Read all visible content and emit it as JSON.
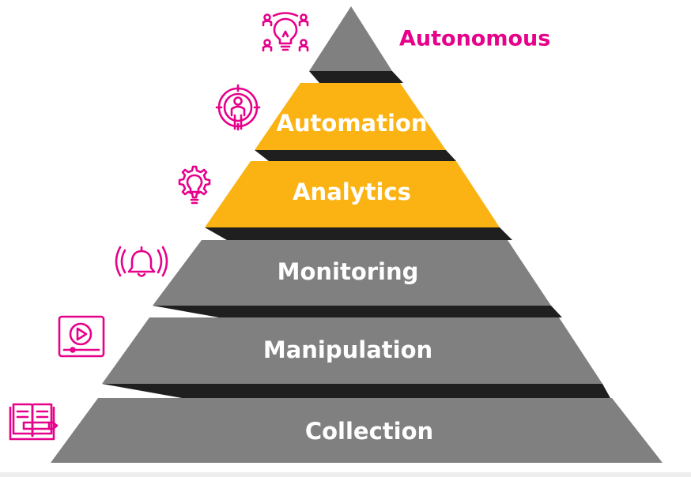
{
  "colors": {
    "gray_band": "#808080",
    "gold_band": "#fbb314",
    "shadow": "#1f1f1f",
    "accent": "#e6008a",
    "label_text": "#ffffff"
  },
  "pyramid": {
    "apex_label": "Autonomous",
    "levels": [
      {
        "label": "Automation",
        "icon": "target-person-icon",
        "color": "gold"
      },
      {
        "label": "Analytics",
        "icon": "lightbulb-gear-icon",
        "color": "gold"
      },
      {
        "label": "Monitoring",
        "icon": "alarm-bell-icon",
        "color": "gray"
      },
      {
        "label": "Manipulation",
        "icon": "video-play-icon",
        "color": "gray"
      },
      {
        "label": "Collection",
        "icon": "book-pencil-icon",
        "color": "gray"
      }
    ],
    "apex_icon": "idea-team-icon"
  }
}
